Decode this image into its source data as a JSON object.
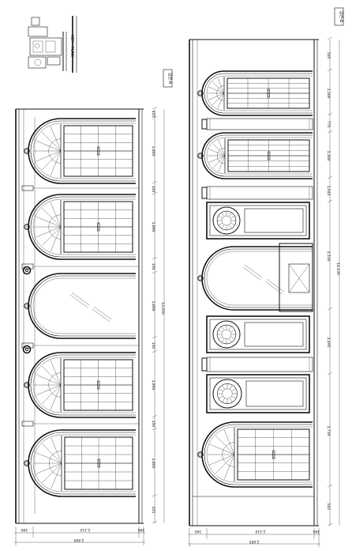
{
  "sheet": {
    "key_plan_label": "KEY - PLAN",
    "elevation_a_tag": "입면-A",
    "elevation_b_tag": "입면-B"
  },
  "elevation_a": {
    "vertical_dims": [
      "455",
      "1,890",
      "150",
      "1,890",
      "150",
      "1,890",
      "150",
      "1,890",
      "150",
      "1,890",
      "455"
    ],
    "overall_dim": "12,050",
    "bottom_dims": [
      "300",
      "2,110",
      "300"
    ],
    "bottom_total": "2,900"
  },
  "elevation_b": {
    "vertical_dims": [
      "505",
      "1,300",
      "775",
      "1,300",
      "1,645",
      "2,510",
      "2,495",
      "1,730",
      "510"
    ],
    "overall_dim": "14,130",
    "bottom_dims": [
      "300",
      "2,110",
      "300"
    ],
    "bottom_total": "2,665"
  }
}
